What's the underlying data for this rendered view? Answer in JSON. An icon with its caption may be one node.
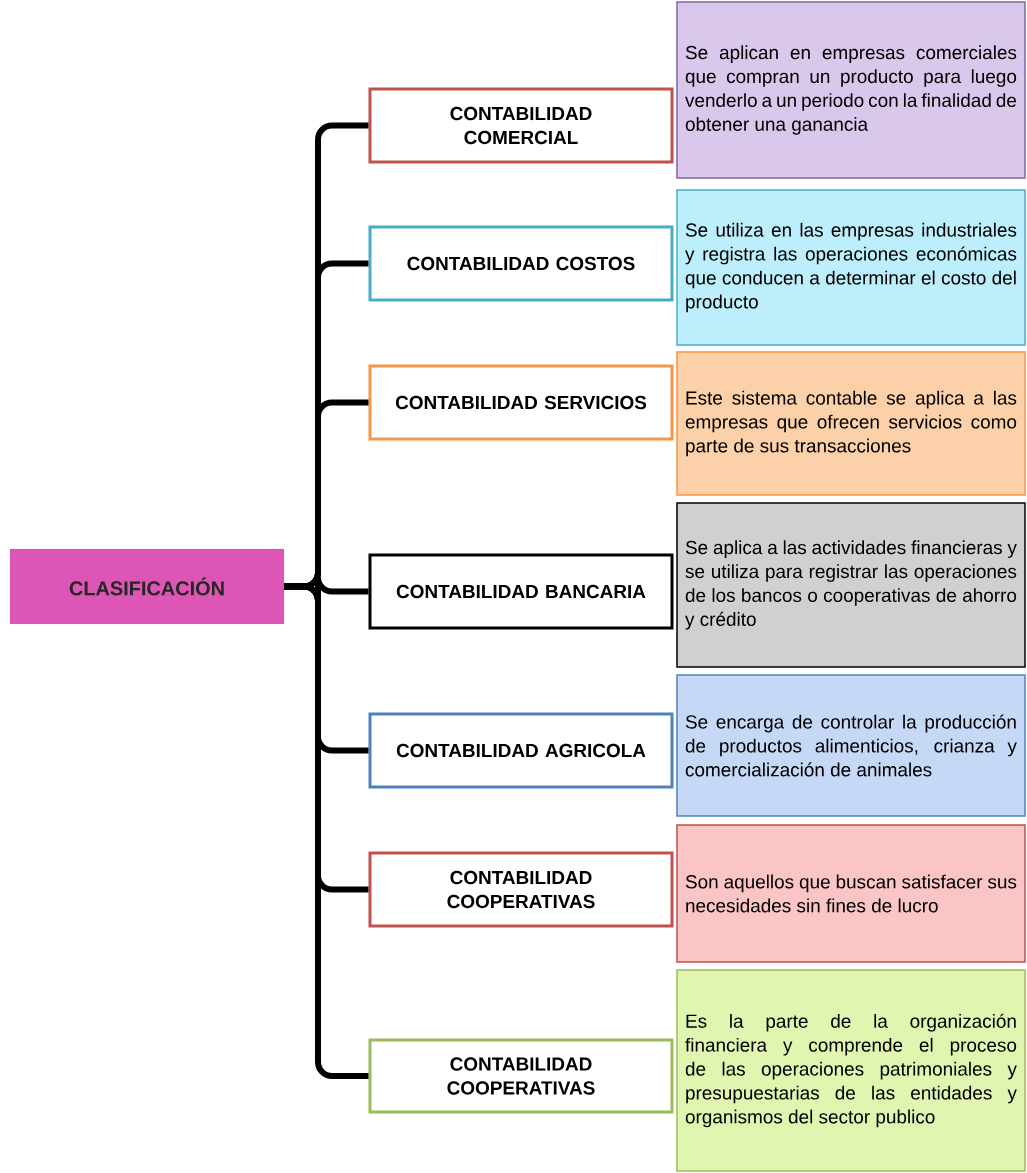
{
  "diagram": {
    "nodes": [
      {
        "text": [
          "CLASIFICACIÓN"
        ]
      },
      {
        "text": [
          "CONTABILIDAD COMERCIAL"
        ]
      },
      {
        "text": [
          "Se aplican en empresas comerciales que compran un producto para luego venderlo a un periodo con la finalidad de obtener una ganancia"
        ]
      },
      {
        "text": [
          "CONTABILIDAD COSTOS"
        ]
      },
      {
        "text": [
          "Se utiliza en las empresas industriales y registra las operaciones económicas que conducen a determinar el costo del producto"
        ]
      },
      {
        "text": [
          "CONTABILIDAD SERVICIOS"
        ]
      },
      {
        "text": [
          "Este sistema contable se aplica a las empresas que ofrecen servicios como parte de sus transacciones"
        ]
      },
      {
        "text": [
          "CONTABILIDAD BANCARIA"
        ]
      },
      {
        "text": [
          "Se aplica a las actividades financieras y se utiliza para registrar las operaciones de los bancos o cooperativas de ahorro y crédito"
        ]
      },
      {
        "text": [
          "CONTABILIDAD AGRICOLA"
        ]
      },
      {
        "text": [
          "Se encarga de controlar la producción de productos alimenticios, crianza y comercialización de animales"
        ]
      },
      {
        "text": [
          "CONTABILIDAD COOPERATIVAS"
        ]
      },
      {
        "text": [
          "Son aquellos que buscan satisfacer sus necesidades sin fines de lucro"
        ]
      },
      {
        "text": [
          "CONTABILIDAD COOPERATIVAS"
        ]
      },
      {
        "text": [
          "Es la parte de la organización financiera y comprende el proceso de las operaciones patrimoniales y presupuestarias de las entidades y organismos del sector publico"
        ]
      }
    ],
    "edges": [
      {
        "from": 0,
        "to": 1,
        "arrow": "none"
      },
      {
        "from": 0,
        "to": 3,
        "arrow": "none"
      },
      {
        "from": 0,
        "to": 5,
        "arrow": "none"
      },
      {
        "from": 0,
        "to": 7,
        "arrow": "none"
      },
      {
        "from": 0,
        "to": 9,
        "arrow": "none"
      },
      {
        "from": 0,
        "to": 11,
        "arrow": "none"
      },
      {
        "from": 0,
        "to": 13,
        "arrow": "none"
      }
    ]
  }
}
